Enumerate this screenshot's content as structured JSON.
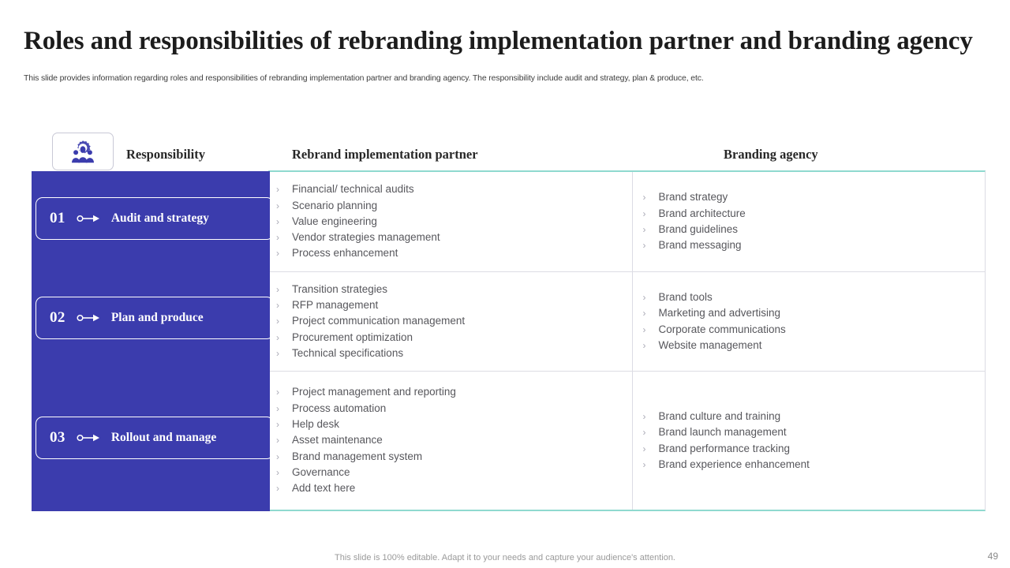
{
  "slide": {
    "title": "Roles and responsibilities of rebranding implementation partner and branding agency",
    "subtitle": "This slide provides information regarding roles and responsibilities of rebranding implementation partner and branding agency. The responsibility include audit and strategy, plan & produce, etc.",
    "footer_note": "This slide is 100% editable. Adapt it to your needs and capture your audience's attention.",
    "page_number": "49"
  },
  "colors": {
    "brand_blue": "#3b3cad",
    "accent_teal": "#8fd9cf",
    "border_gray": "#dcdce4",
    "body_text": "#57575c",
    "heading_text": "#272727"
  },
  "headers": {
    "icon": "gear-people-icon",
    "responsibility": "Responsibility",
    "partner": "Rebrand implementation partner",
    "agency": "Branding agency"
  },
  "rows": [
    {
      "number": "01",
      "label": "Audit and strategy",
      "partner_items": [
        "Financial/ technical audits",
        "Scenario planning",
        "Value engineering",
        "Vendor strategies management",
        "Process enhancement"
      ],
      "agency_items": [
        "Brand strategy",
        "Brand architecture",
        "Brand guidelines",
        "Brand messaging"
      ]
    },
    {
      "number": "02",
      "label": "Plan and produce",
      "partner_items": [
        "Transition strategies",
        "RFP management",
        "Project communication management",
        "Procurement optimization",
        "Technical specifications"
      ],
      "agency_items": [
        "Brand tools",
        "Marketing and advertising",
        "Corporate communications",
        "Website management"
      ]
    },
    {
      "number": "03",
      "label": "Rollout and manage",
      "partner_items": [
        "Project management and reporting",
        "Process automation",
        "Help desk",
        "Asset maintenance",
        "Brand management system",
        "Governance",
        "Add text here"
      ],
      "agency_items": [
        "Brand culture and training",
        "Brand launch management",
        "Brand performance tracking",
        "Brand experience enhancement"
      ]
    }
  ],
  "bullet_glyph": "›"
}
